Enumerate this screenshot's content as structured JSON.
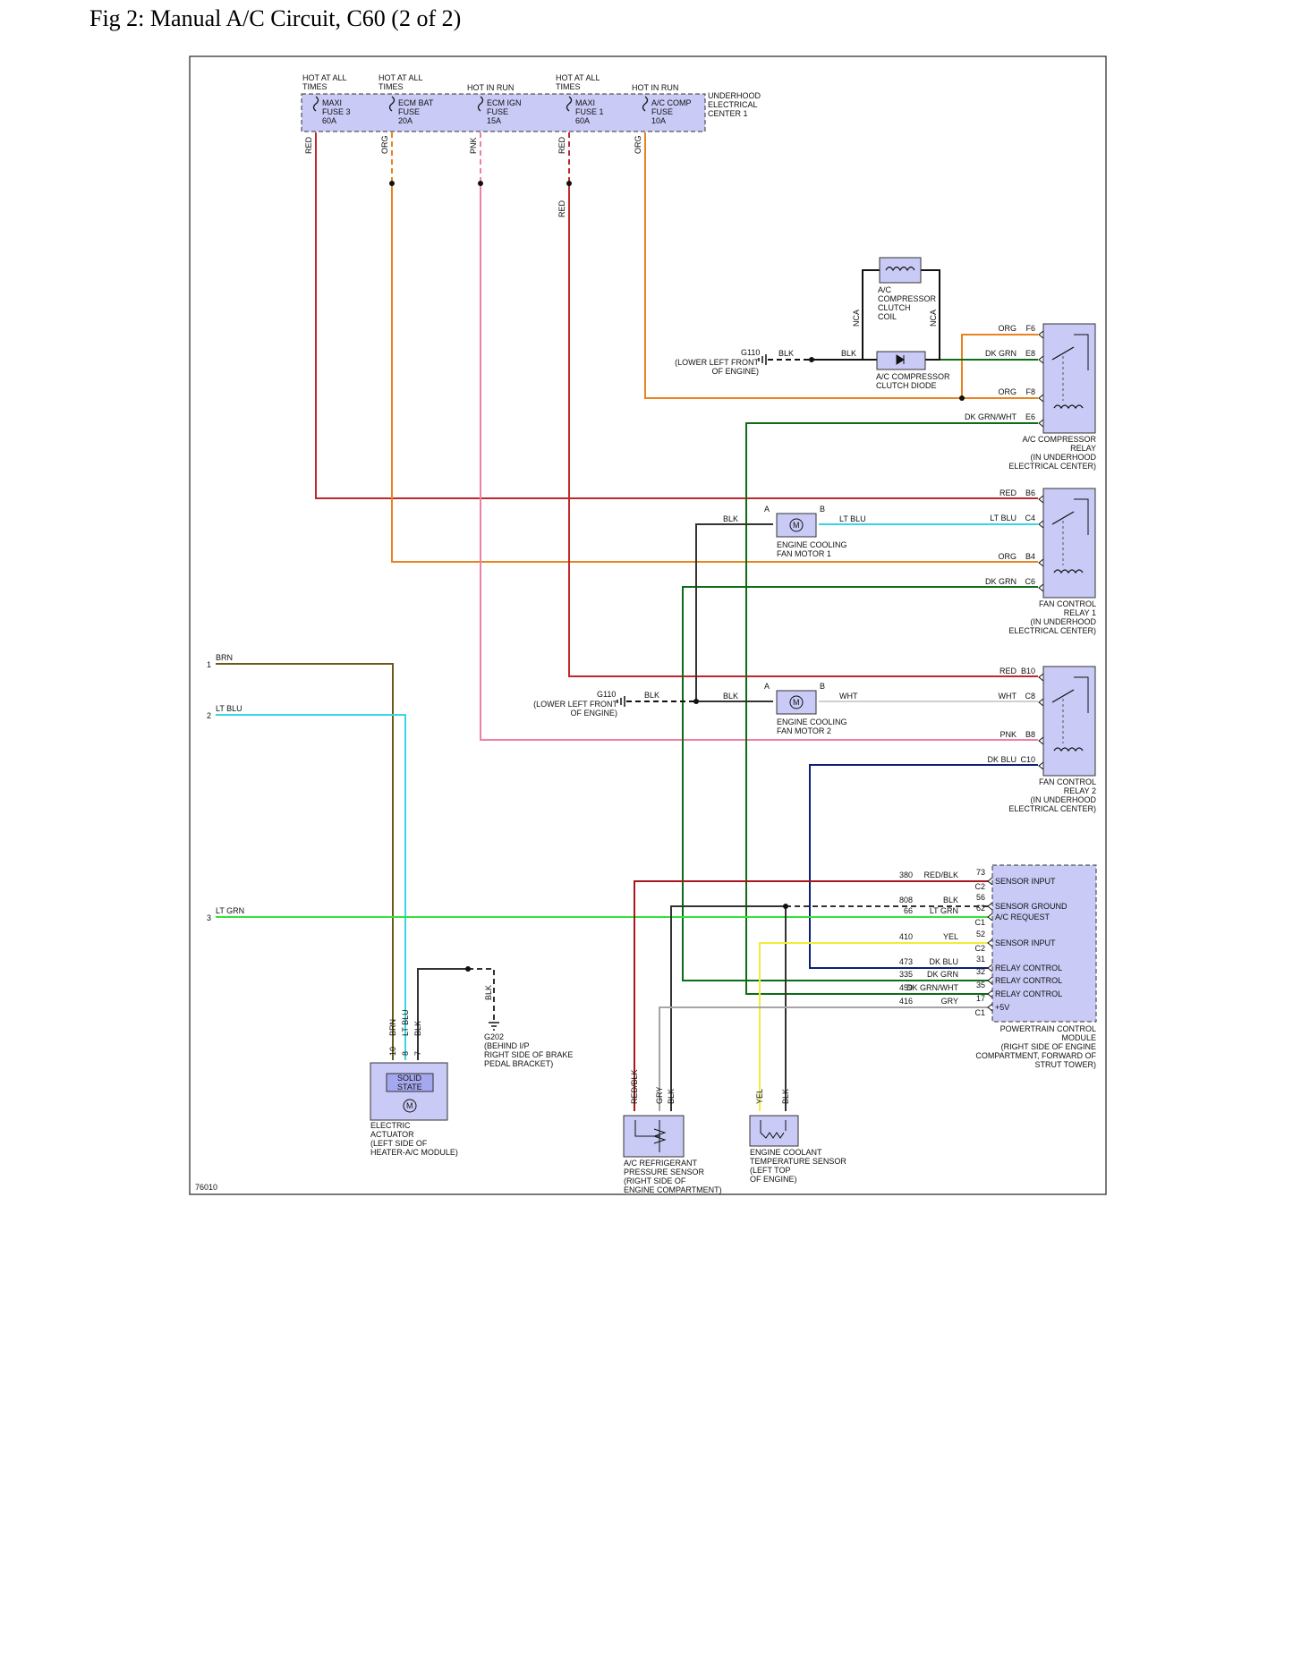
{
  "title": "Fig 2: Manual A/C Circuit, C60 (2 of 2)",
  "figure_id": "76010",
  "colors": {
    "red": "#c0272d",
    "orange": "#e8831f",
    "pink": "#ee7fa6",
    "green": "#2e8b3a",
    "dark_green": "#0b6d16",
    "lt_blue": "#38d6e0",
    "lt_green": "#33e23a",
    "brn": "#6a5a16",
    "dk_blue": "#0c1f74",
    "yellow": "#f2ec3a",
    "gray": "#a5a5a5",
    "black": "#333333",
    "red_blk": "#a8161b",
    "box_fill": "#c9caf6"
  },
  "fuse_block": {
    "label": [
      "UNDERHOOD",
      "ELECTRICAL",
      "CENTER 1"
    ],
    "fuses": [
      {
        "power": [
          "HOT AT ALL",
          "TIMES"
        ],
        "name": [
          "MAXI",
          "FUSE 3",
          "60A"
        ],
        "wire": "RED"
      },
      {
        "power": [
          "HOT AT ALL",
          "TIMES"
        ],
        "name": [
          "ECM BAT",
          "FUSE",
          "20A"
        ],
        "wire": "ORG"
      },
      {
        "power": [
          "HOT IN RUN"
        ],
        "name": [
          "ECM IGN",
          "FUSE",
          "15A"
        ],
        "wire": "PNK"
      },
      {
        "power": [
          "HOT AT ALL",
          "TIMES"
        ],
        "name": [
          "MAXI",
          "FUSE 1",
          "60A"
        ],
        "wire": "RED"
      },
      {
        "power": [
          "HOT IN RUN"
        ],
        "name": [
          "A/C COMP",
          "FUSE",
          "10A"
        ],
        "wire": "ORG"
      }
    ],
    "extra_wire": "RED"
  },
  "clutch": {
    "coil": [
      "A/C",
      "COMPRESSOR",
      "CLUTCH",
      "COIL"
    ],
    "diode": [
      "A/C COMPRESSOR",
      "CLUTCH DIODE"
    ],
    "nca": "NCA",
    "ground": "G110",
    "ground_loc": [
      "(LOWER LEFT FRONT",
      "OF ENGINE)"
    ],
    "blk": "BLK"
  },
  "relays": [
    {
      "name": [
        "A/C COMPRESSOR",
        "RELAY",
        "(IN UNDERHOOD",
        "ELECTRICAL CENTER)"
      ],
      "pins": [
        [
          "ORG",
          "F6"
        ],
        [
          "DK GRN",
          "E8"
        ],
        [
          "ORG",
          "F8"
        ],
        [
          "DK GRN/WHT",
          "E6"
        ]
      ]
    },
    {
      "name": [
        "FAN CONTROL",
        "RELAY 1",
        "(IN UNDERHOOD",
        "ELECTRICAL CENTER)"
      ],
      "pins": [
        [
          "RED",
          "B6"
        ],
        [
          "LT BLU",
          "C4"
        ],
        [
          "ORG",
          "B4"
        ],
        [
          "DK GRN",
          "C6"
        ]
      ]
    },
    {
      "name": [
        "FAN CONTROL",
        "RELAY 2",
        "(IN UNDERHOOD",
        "ELECTRICAL CENTER)"
      ],
      "pins": [
        [
          "RED",
          "B10"
        ],
        [
          "WHT",
          "C8"
        ],
        [
          "PNK",
          "B8"
        ],
        [
          "DK BLU",
          "C10"
        ]
      ]
    }
  ],
  "fan_motors": [
    {
      "name": [
        "ENGINE COOLING",
        "FAN MOTOR 1"
      ],
      "pin_a": "A",
      "pin_b": "B",
      "wire_a": "BLK",
      "wire_b": "LT BLU"
    },
    {
      "name": [
        "ENGINE COOLING",
        "FAN MOTOR 2"
      ],
      "pin_a": "A",
      "pin_b": "B",
      "wire_a": "BLK",
      "wire_b": "WHT"
    }
  ],
  "ground2": {
    "name": "G110",
    "loc": [
      "(LOWER LEFT FRONT",
      "OF ENGINE)"
    ],
    "blk": "BLK"
  },
  "left_inputs": [
    {
      "num": "1",
      "wire": "BRN"
    },
    {
      "num": "2",
      "wire": "LT BLU"
    },
    {
      "num": "3",
      "wire": "LT GRN"
    }
  ],
  "pcm": {
    "name": [
      "POWERTRAIN CONTROL",
      "MODULE",
      "(RIGHT SIDE OF ENGINE",
      "COMPARTMENT, FORWARD OF",
      "STRUT TOWER)"
    ],
    "rows": [
      {
        "circuit": "380",
        "color": "RED/BLK",
        "pin": "73",
        "conn": "C2",
        "func": "SENSOR INPUT"
      },
      {
        "circuit": "808",
        "color": "BLK",
        "pin": "56",
        "conn": "",
        "func": "SENSOR GROUND"
      },
      {
        "circuit": "66",
        "color": "LT GRN",
        "pin": "62",
        "conn": "C1",
        "func": "A/C REQUEST"
      },
      {
        "circuit": "410",
        "color": "YEL",
        "pin": "52",
        "conn": "C2",
        "func": "SENSOR INPUT"
      },
      {
        "circuit": "473",
        "color": "DK BLU",
        "pin": "31",
        "conn": "",
        "func": "RELAY CONTROL"
      },
      {
        "circuit": "335",
        "color": "DK GRN",
        "pin": "32",
        "conn": "",
        "func": "RELAY CONTROL"
      },
      {
        "circuit": "459",
        "color": "DK GRN/WHT",
        "pin": "35",
        "conn": "",
        "func": "RELAY CONTROL"
      },
      {
        "circuit": "416",
        "color": "GRY",
        "pin": "17",
        "conn": "C1",
        "func": "+5V"
      }
    ]
  },
  "actuator": {
    "name": [
      "ELECTRIC",
      "ACTUATOR",
      "(LEFT SIDE OF",
      "HEATER-A/C MODULE)"
    ],
    "solid": [
      "SOLID",
      "STATE"
    ],
    "pins": [
      [
        "10",
        "BRN"
      ],
      [
        "8",
        "LT BLU"
      ],
      [
        "7",
        "BLK"
      ]
    ]
  },
  "g202": {
    "name": [
      "G202",
      "(BEHIND I/P",
      "RIGHT SIDE OF BRAKE",
      "PEDAL BRACKET)"
    ],
    "blk": "BLK"
  },
  "pressure_sensor": {
    "name": [
      "A/C REFRIGERANT",
      "PRESSURE SENSOR",
      "(RIGHT SIDE OF",
      "ENGINE COMPARTMENT)"
    ],
    "wires": [
      "RED/BLK",
      "GRY",
      "BLK"
    ]
  },
  "coolant_sensor": {
    "name": [
      "ENGINE COOLANT",
      "TEMPERATURE SENSOR",
      "(LEFT TOP",
      "OF ENGINE)"
    ],
    "wires": [
      "YEL",
      "BLK"
    ]
  }
}
